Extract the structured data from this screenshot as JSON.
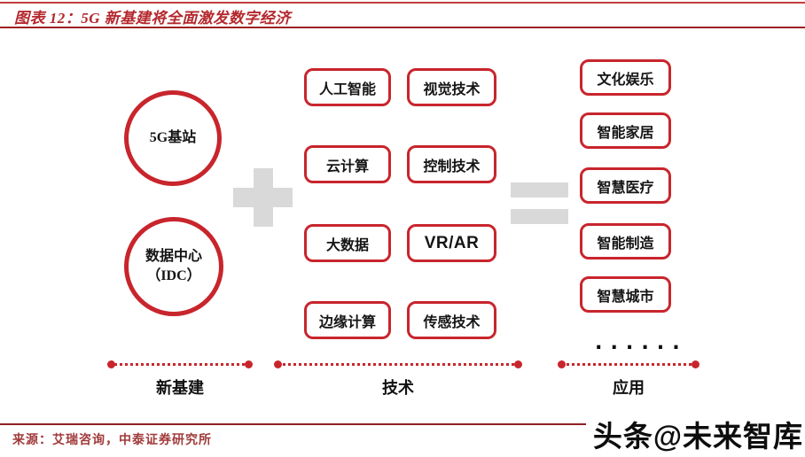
{
  "figure": {
    "title": "图表 12：5G 新基建将全面激发数字经济"
  },
  "colors": {
    "accent_red": "#c8252c",
    "title_red": "#b4282d",
    "rule_dark_red": "#9e2124",
    "operator_gray": "#d9d9d9",
    "source_red": "#a03a3a",
    "text_black": "#151515"
  },
  "left": {
    "circles": [
      {
        "label": "5G基站"
      },
      {
        "label": "数据中心",
        "label2": "（IDC）"
      }
    ]
  },
  "operators": {
    "plus": "plus-icon",
    "equals": "equals-icon"
  },
  "middle": {
    "rows": [
      [
        "人工智能",
        "视觉技术"
      ],
      [
        "云计算",
        "控制技术"
      ],
      [
        "大数据",
        "VR/AR"
      ],
      [
        "边缘计算",
        "传感技术"
      ]
    ]
  },
  "right": {
    "items": [
      "文化娱乐",
      "智能家居",
      "智慧医疗",
      "智能制造",
      "智慧城市"
    ],
    "ellipsis": "......"
  },
  "groups": [
    {
      "label": "新基建"
    },
    {
      "label": "技术"
    },
    {
      "label": "应用"
    }
  ],
  "source": "来源：艾瑞咨询，中泰证券研究所",
  "watermark": "头条@未来智库"
}
